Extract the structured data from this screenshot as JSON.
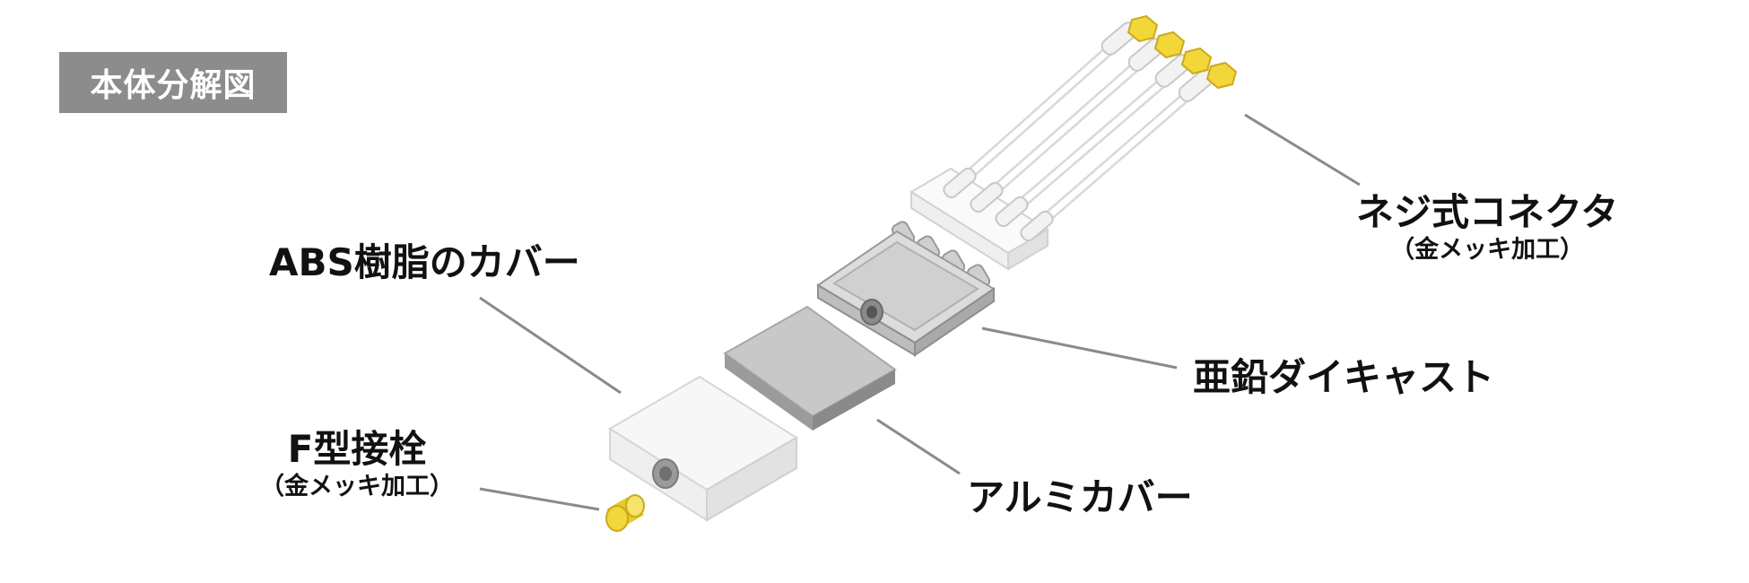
{
  "title": "本体分解図",
  "parts": {
    "abs_cover": {
      "label": "ABS樹脂のカバー"
    },
    "f_connector": {
      "label": "F型接栓",
      "sub": "（金メッキ加工）"
    },
    "screw_connectors": {
      "label": "ネジ式コネクタ",
      "sub": "（金メッキ加工）"
    },
    "zinc_diecast": {
      "label": "亜鉛ダイキャスト"
    },
    "aluminum_cover": {
      "label": "アルミカバー"
    }
  },
  "colors": {
    "badge": "#8c8c8c",
    "gold": "#f2d63a",
    "leader": "#8a8a8a"
  }
}
